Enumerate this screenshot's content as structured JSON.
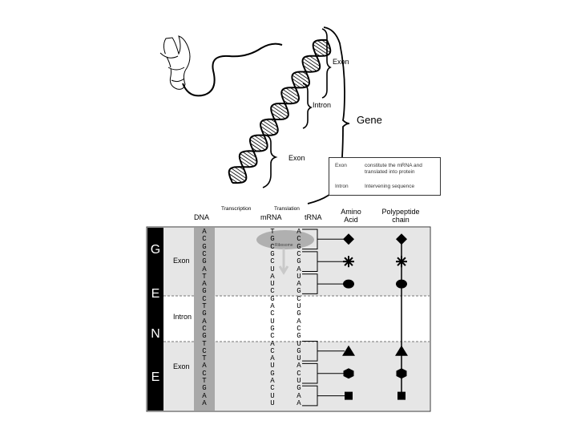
{
  "upper": {
    "exon_top": "Exon",
    "intron": "Intron",
    "exon_bottom": "Exon",
    "gene": "Gene"
  },
  "legend": {
    "rows": [
      {
        "term": "Exon",
        "desc": "constitute the mRNA and translated into protein"
      },
      {
        "term": "Intron",
        "desc": "Intervening sequence"
      }
    ]
  },
  "process": {
    "transcription": "Transcription",
    "translation": "Translation"
  },
  "columns": {
    "dna": "DNA",
    "mrna": "mRNA",
    "trna": "tRNA",
    "amino_acid": "Amino Acid",
    "polypeptide": "Polypeptide chain"
  },
  "ribosome_label": "Ribosome",
  "gene_letters": [
    "G",
    "E",
    "N",
    "E"
  ],
  "region_labels": {
    "exon1": "Exon",
    "intron": "Intron",
    "exon2": "Exon"
  },
  "sequences": {
    "dna": [
      "A",
      "C",
      "G",
      "C",
      "G",
      "A",
      "T",
      "A",
      "G",
      "C",
      "T",
      "G",
      "A",
      "C",
      "G",
      "T",
      "C",
      "T",
      "A",
      "C",
      "T",
      "G",
      "A",
      "A"
    ],
    "mrna": [
      "T",
      "G",
      "C",
      "G",
      "C",
      "U",
      "A",
      "U",
      "C",
      "G",
      "A",
      "C",
      "U",
      "G",
      "C",
      "A",
      "C",
      "A",
      "U",
      "G",
      "A",
      "C",
      "U",
      "U"
    ],
    "trna": [
      "A",
      "C",
      "G",
      "C",
      "G",
      "A",
      "U",
      "A",
      "G",
      "C",
      "U",
      "G",
      "A",
      "C",
      "G",
      "U",
      "G",
      "U",
      "A",
      "C",
      "U",
      "G",
      "A",
      "A"
    ]
  },
  "amino_acids": [
    "diamond",
    "asterisk",
    "circle",
    "triangle",
    "hexagon",
    "square"
  ],
  "colors": {
    "gene_bar": "#000000",
    "exon_bg": "#e8e8e8",
    "dna_strip": "#a8a8a8",
    "ribosome": "#b0b0b0"
  }
}
